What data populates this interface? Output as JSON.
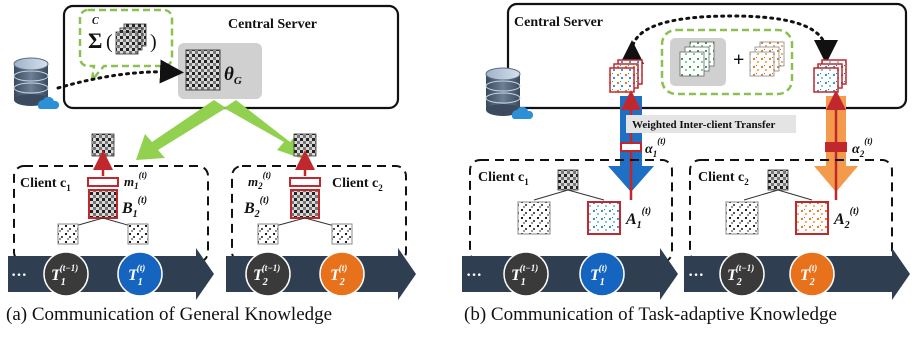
{
  "panel_a": {
    "server_label": "Central Server",
    "sum_symbol": "Σ",
    "sum_superscript": "C",
    "global_theta": "θ",
    "global_sub": "G",
    "client1_label": "Client c",
    "client1_sub": "1",
    "client2_label": "Client c",
    "client2_sub": "2",
    "m1": "m",
    "m1_sub": "1",
    "m1_sup": "(t)",
    "m2": "m",
    "m2_sub": "2",
    "m2_sup": "(t)",
    "B1": "B",
    "B1_sub": "1",
    "B1_sup": "(t)",
    "B2": "B",
    "B2_sub": "2",
    "B2_sup": "(t)",
    "ellipsis": "···",
    "task_c1_prev": "T",
    "task_c1_prev_sub": "1",
    "task_c1_prev_sup": "(t−1)",
    "task_c1_cur": "T",
    "task_c1_cur_sub": "1",
    "task_c1_cur_sup": "(t)",
    "task_c2_prev": "T",
    "task_c2_prev_sub": "2",
    "task_c2_prev_sup": "(t−1)",
    "task_c2_cur": "T",
    "task_c2_cur_sub": "2",
    "task_c2_cur_sup": "(t)",
    "caption": "(a) Communication of General Knowledge"
  },
  "panel_b": {
    "server_label": "Central Server",
    "plus": "+",
    "transfer_label": "Weighted Inter-client Transfer",
    "alpha1": "α",
    "alpha1_sub": "1",
    "alpha1_sup": "(t)",
    "alpha2": "α",
    "alpha2_sub": "2",
    "alpha2_sup": "(t)",
    "client1_label": "Client c",
    "client1_sub": "1",
    "client2_label": "Client c",
    "client2_sub": "2",
    "A1": "A",
    "A1_sub": "1",
    "A1_sup": "(t)",
    "A2": "A",
    "A2_sub": "2",
    "A2_sup": "(t)",
    "ellipsis": "···",
    "task_c1_prev": "T",
    "task_c1_prev_sub": "1",
    "task_c1_prev_sup": "(t−1)",
    "task_c1_cur": "T",
    "task_c1_cur_sub": "1",
    "task_c1_cur_sup": "(t)",
    "task_c2_prev": "T",
    "task_c2_prev_sub": "2",
    "task_c2_prev_sup": "(t−1)",
    "task_c2_cur": "T",
    "task_c2_cur_sub": "2",
    "task_c2_cur_sup": "(t)",
    "caption": "(b) Communication of Task-adaptive Knowledge"
  },
  "colors": {
    "red": "#c0282d",
    "green_arrow": "#92d050",
    "green_dash": "#8cc152",
    "blue_task": "#1565c0",
    "orange_task": "#e8711c",
    "dark_task": "#3a3a3a",
    "arrow_band": "#2f3e50",
    "blue_arrow": "#1f6fc4",
    "orange_arrow": "#f39a4c"
  },
  "icons": [
    "database-cloud-icon",
    "speech-bubble-icon",
    "matrix-icon"
  ]
}
